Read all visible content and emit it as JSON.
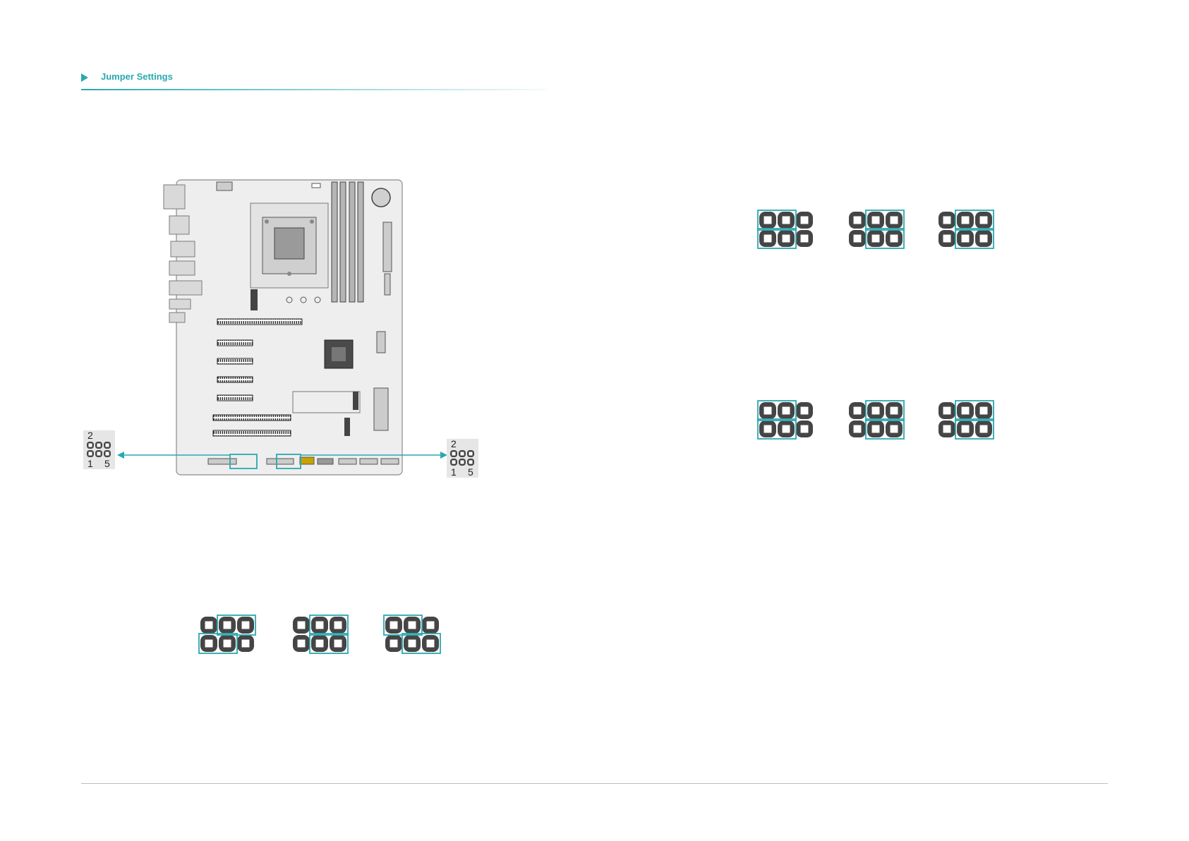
{
  "section": {
    "title": "Jumper Settings"
  },
  "pin_labels": {
    "left_top": "2",
    "left_bottom_a": "1",
    "left_bottom_b": "5",
    "right_top": "2",
    "right_bottom_a": "1",
    "right_bottom_b": "5"
  },
  "colors": {
    "accent": "#2aa8b0",
    "pin_body": "#454545",
    "pin_square": "#ffffff",
    "board_fill": "#eeeeee",
    "board_line": "#8a8a8a"
  },
  "jumper_rows": [
    {
      "name": "left-bottom-row",
      "settings": [
        {
          "top": [
            2,
            3
          ],
          "bottom": [
            1,
            2
          ]
        },
        {
          "top": [
            2,
            3
          ],
          "bottom": [
            2,
            3
          ]
        },
        {
          "top": [
            1,
            2
          ],
          "bottom": [
            2,
            3
          ]
        }
      ]
    },
    {
      "name": "right-top-row",
      "settings": [
        {
          "top": [
            1,
            2
          ],
          "bottom": [
            1,
            2
          ]
        },
        {
          "top": [
            2,
            3
          ],
          "bottom": [
            2,
            3
          ]
        },
        {
          "top": [
            2,
            3
          ],
          "bottom": [
            2,
            3
          ]
        }
      ]
    },
    {
      "name": "right-middle-row",
      "settings": [
        {
          "top": [
            1,
            2
          ],
          "bottom": [
            1,
            2
          ]
        },
        {
          "top": [
            2,
            3
          ],
          "bottom": [
            2,
            3
          ]
        },
        {
          "top": [
            2,
            3
          ],
          "bottom": [
            2,
            3
          ]
        }
      ]
    }
  ]
}
